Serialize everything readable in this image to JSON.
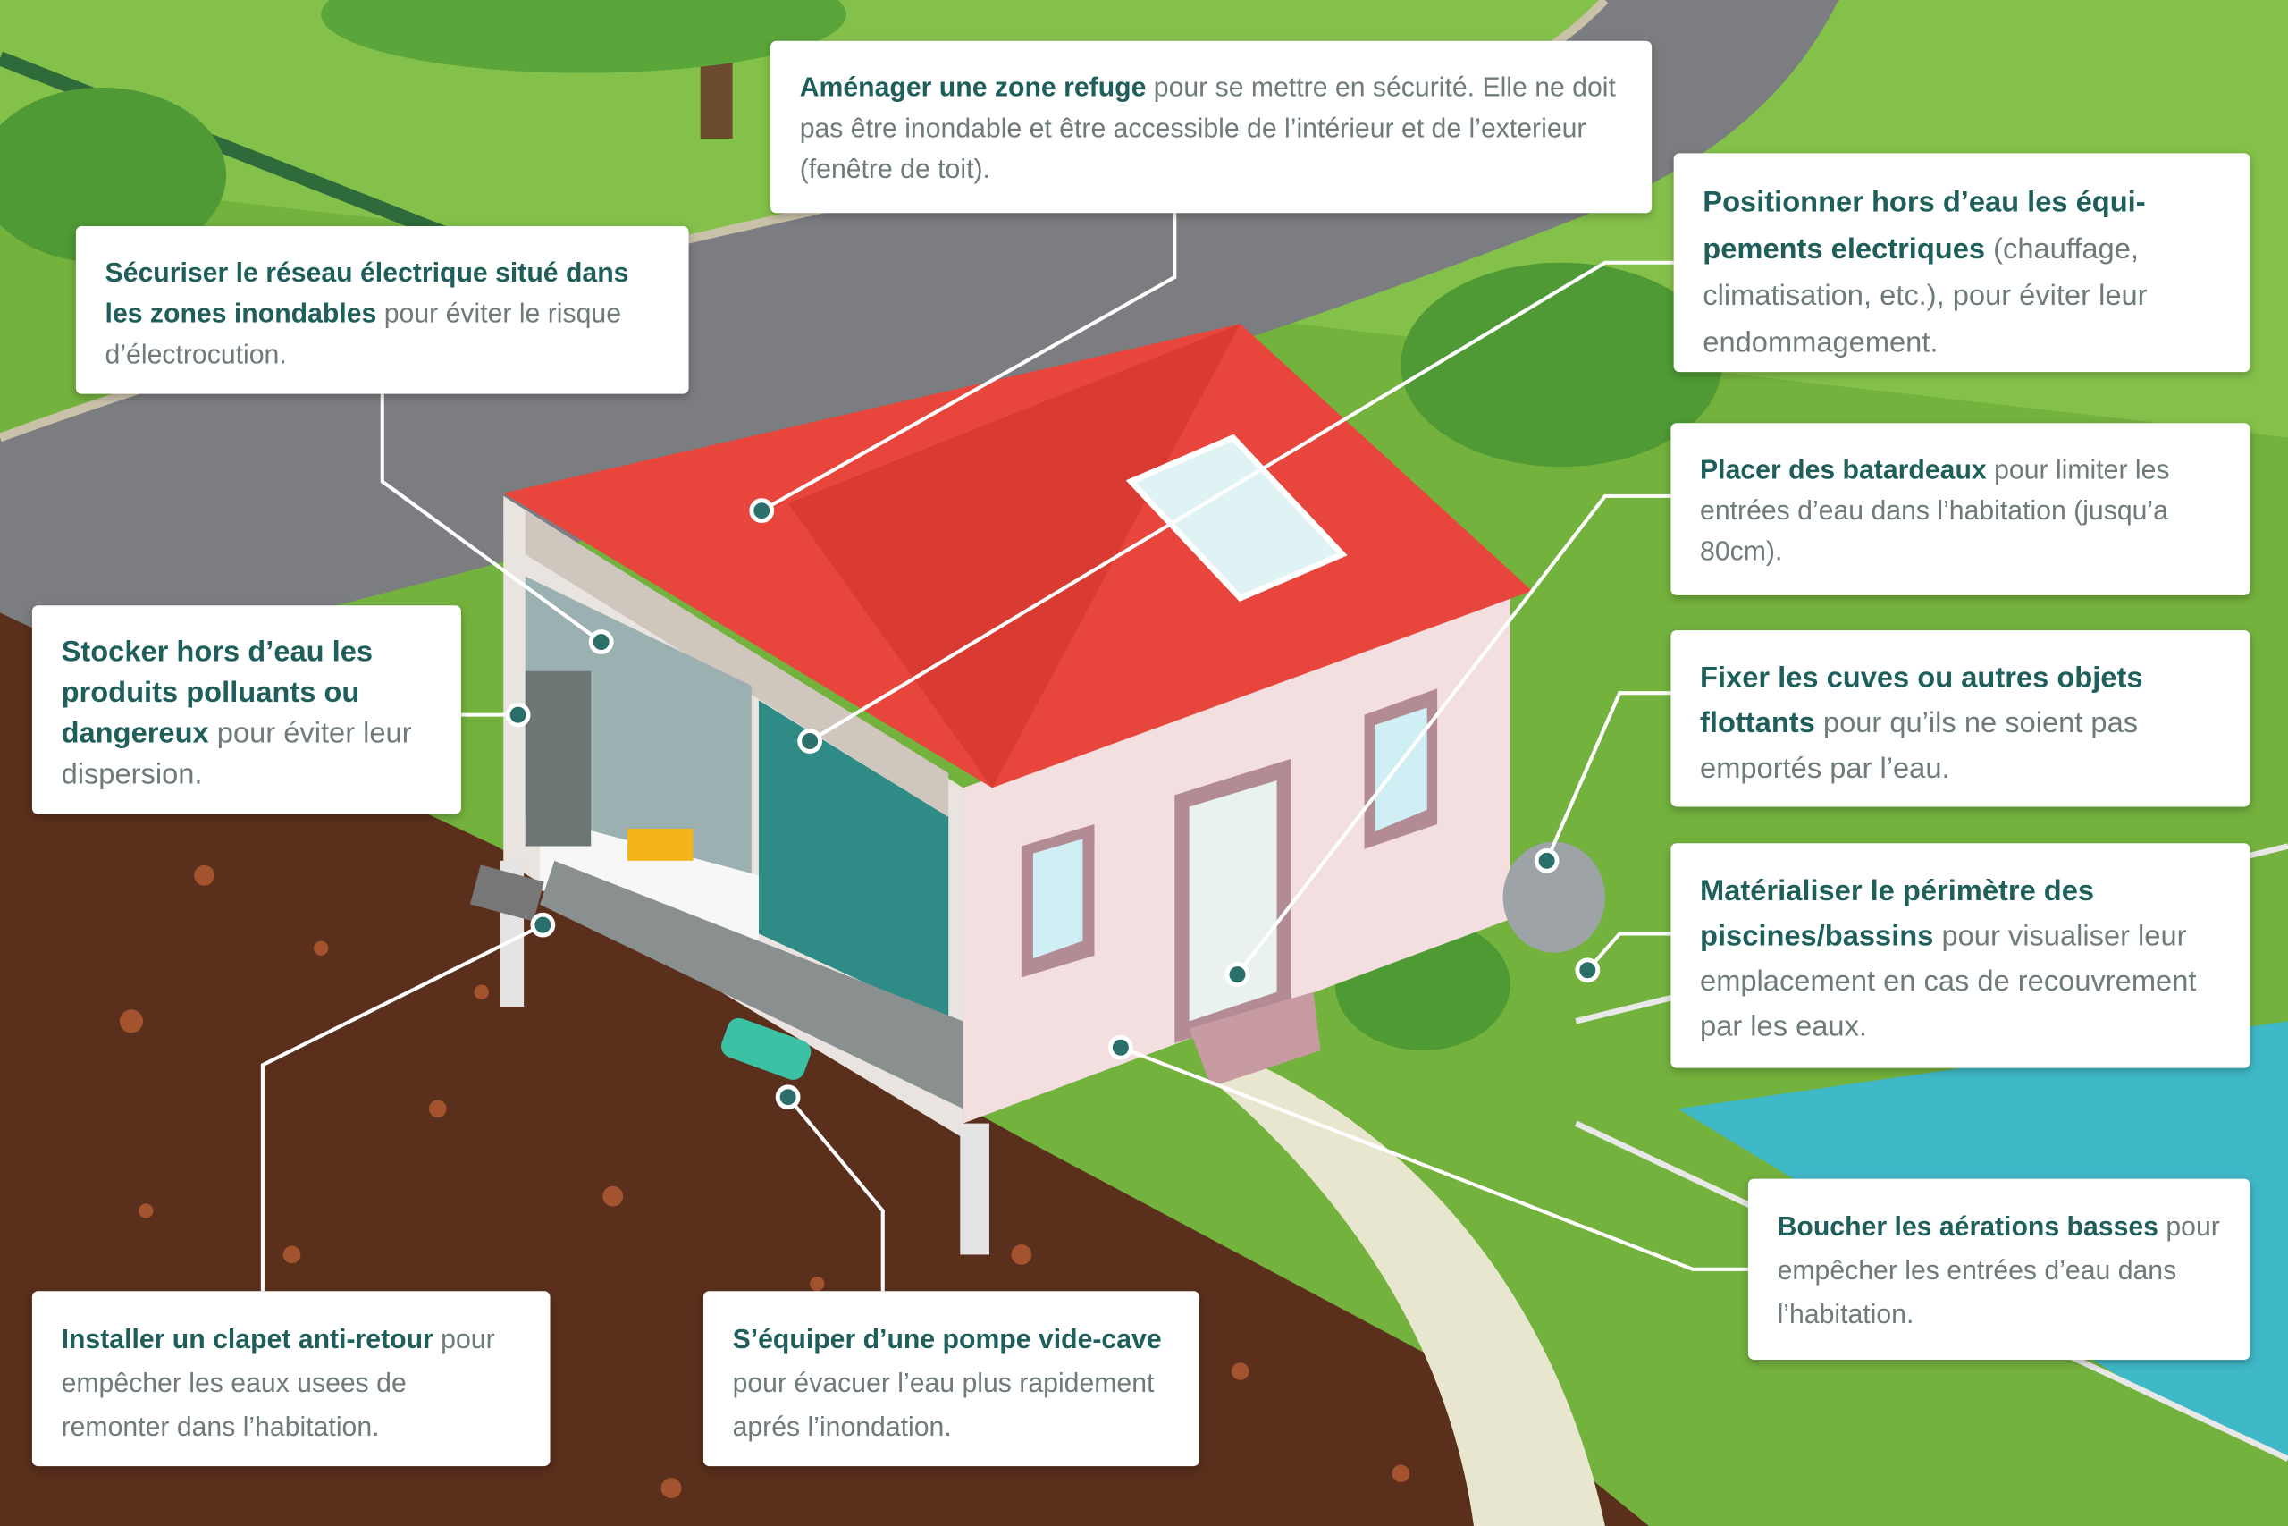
{
  "colors": {
    "accent": "#1f5f5b",
    "body_text": "#6f7b7b",
    "roof": "#e8463c",
    "grass": "#6fae3a",
    "soil": "#5a2f1c",
    "road": "#7b7d80",
    "water": "#3fb8c8"
  },
  "callouts": [
    {
      "id": "zone-refuge",
      "bold": "Aménager une zone refuge",
      "text": " pour se mettre en sécurité. Elle ne doit pas être inondable et être accessible de l’intérieur et de l’exterieur (fenêtre de toit)."
    },
    {
      "id": "reseau-electrique",
      "bold": "Sécuriser le réseau électrique situé dans les zones inondables",
      "text": " pour éviter le risque d’électrocution."
    },
    {
      "id": "equipements-electriques",
      "bold": "Positionner hors d’eau les équi-pements electriques",
      "text": " (chauffage, climatisation, etc.), pour éviter leur endommagement."
    },
    {
      "id": "batardeaux",
      "bold": "Placer des batardeaux",
      "text": " pour limiter les entrées d’eau dans l’habitation (jusqu’a 80cm)."
    },
    {
      "id": "produits-polluants",
      "bold": "Stocker hors d’eau les produits polluants ou dangereux",
      "text": " pour éviter leur dispersion."
    },
    {
      "id": "cuves",
      "bold": "Fixer les cuves ou autres objets flottants",
      "text": " pour qu’ils ne soient pas emportés par l’eau."
    },
    {
      "id": "piscines",
      "bold": "Matérialiser le périmètre des piscines/bassins",
      "text": " pour visualiser leur emplacement en cas de recouvrement par les eaux."
    },
    {
      "id": "aerations",
      "bold": "Boucher les aérations basses",
      "text": " pour empêcher les entrées d’eau dans l’habitation."
    },
    {
      "id": "clapet",
      "bold": "Installer un clapet anti-retour",
      "text": " pour empêcher les eaux usees de remonter dans l’habitation."
    },
    {
      "id": "pompe",
      "bold": "S’équiper d’une pompe vide-cave",
      "text": " pour évacuer l’eau plus rapidement aprés l’inondation."
    }
  ]
}
